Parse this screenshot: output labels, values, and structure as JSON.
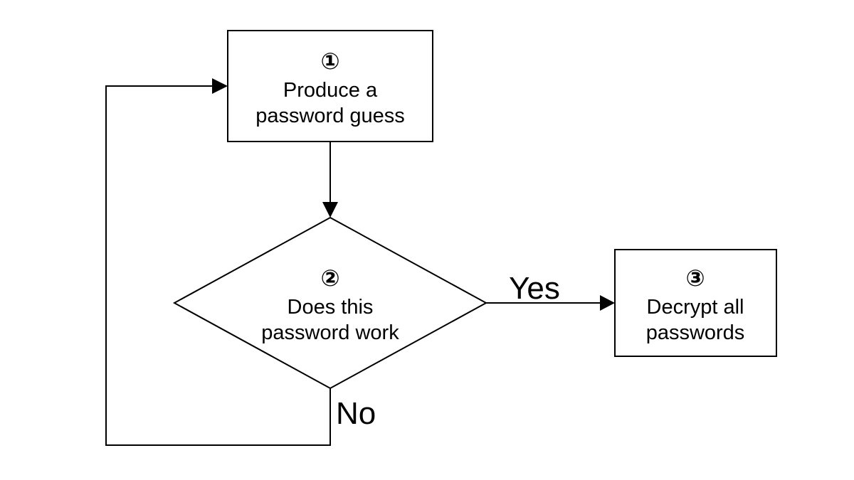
{
  "nodes": {
    "produce_guess": {
      "marker": "①",
      "line1": "Produce a",
      "line2": "password guess"
    },
    "check_password": {
      "marker": "②",
      "line1": "Does this",
      "line2": "password work"
    },
    "decrypt_all": {
      "marker": "③",
      "line1": "Decrypt all",
      "line2": "passwords"
    }
  },
  "edges": {
    "yes_label": "Yes",
    "no_label": "No"
  }
}
